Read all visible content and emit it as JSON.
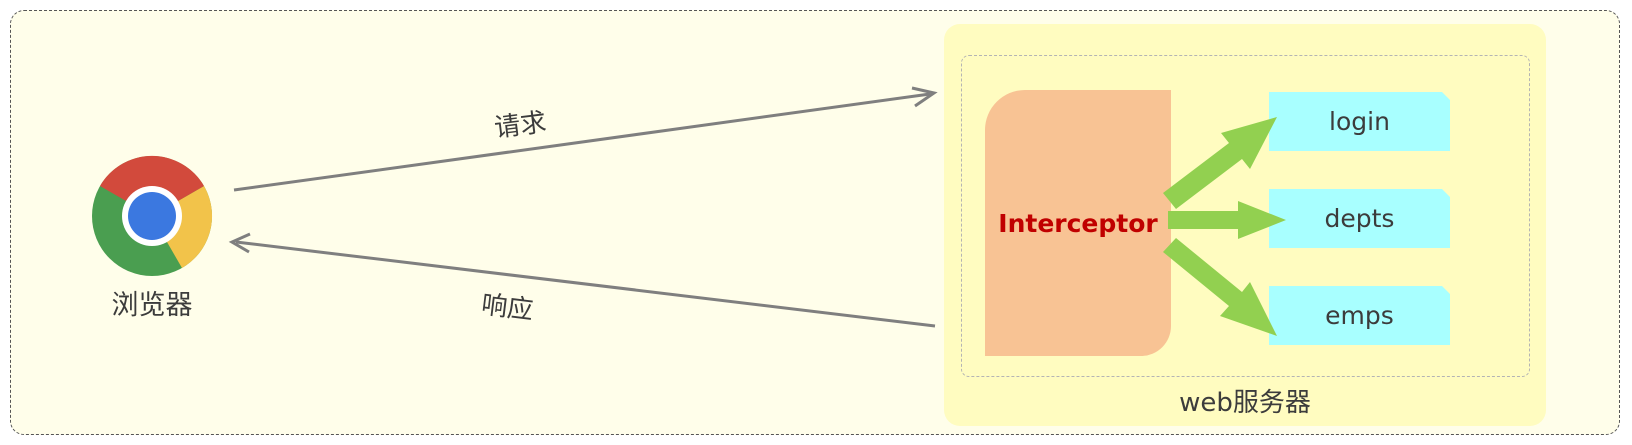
{
  "browser": {
    "label": "浏览器",
    "icon": "chrome-icon"
  },
  "edges": {
    "request_label": "请求",
    "response_label": "响应"
  },
  "server": {
    "label": "web服务器"
  },
  "interceptor": {
    "label": "Interceptor"
  },
  "targets": [
    {
      "label": "login"
    },
    {
      "label": "depts"
    },
    {
      "label": "emps"
    }
  ],
  "colors": {
    "background": "#fffeea",
    "server_box": "#fffcc0",
    "interceptor_fill": "#f8c394",
    "interceptor_text": "#c00000",
    "target_fill": "#a8ffff",
    "green_arrow": "#92d050",
    "gray_arrow": "#7f7f7f"
  }
}
